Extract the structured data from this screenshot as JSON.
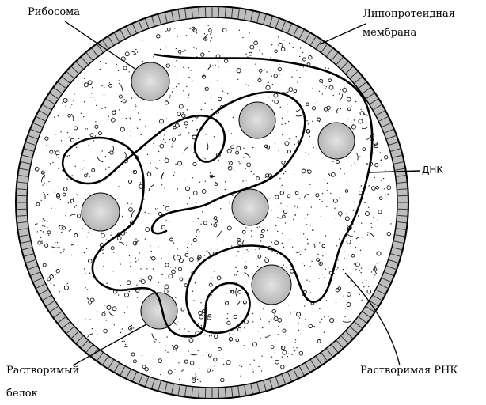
{
  "labels": {
    "ribosome": "Рибосома",
    "membrane_line1": "Липопротеидная",
    "membrane_line2": "мембрана",
    "dna": "ДНК",
    "soluble_protein_line1": "Растворимый",
    "soluble_protein_line2": "белок",
    "soluble_rna": "Растворимая РНК"
  },
  "colors": {
    "line": "#000000",
    "membrane_fill": "#bdbdbd",
    "cytoplasm": "#ffffff",
    "ribosome_fill": "#cfcfcf"
  }
}
